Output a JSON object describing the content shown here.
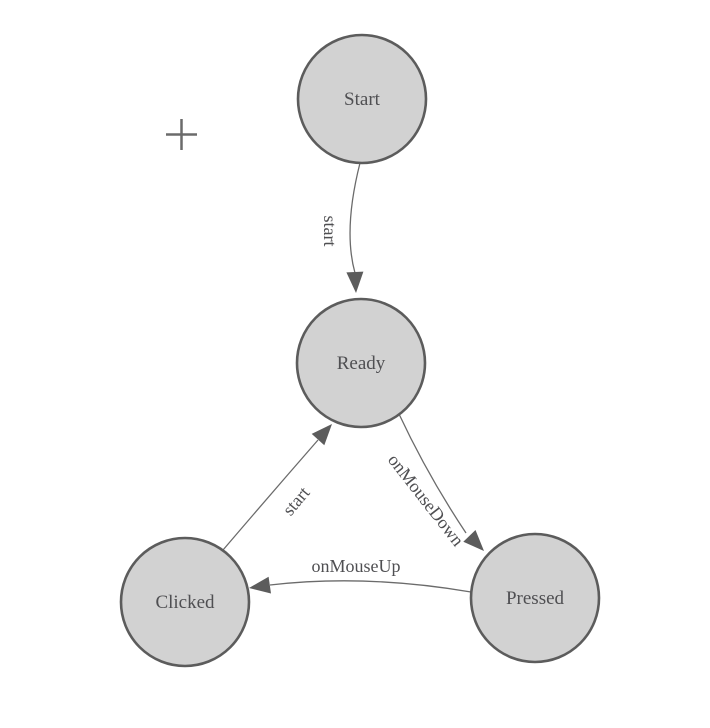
{
  "diagram": {
    "type": "state-machine",
    "background": "#ffffff",
    "colors": {
      "node_fill": "#d2d2d2",
      "node_border": "#5c5c5c",
      "edge_stroke": "#6b6b6b",
      "arrow_fill": "#5c5c5c",
      "label_text": "#4f4f52",
      "crosshair": "#6b6b6b"
    },
    "nodes": [
      {
        "id": "start",
        "label": "Start"
      },
      {
        "id": "ready",
        "label": "Ready"
      },
      {
        "id": "clicked",
        "label": "Clicked"
      },
      {
        "id": "pressed",
        "label": "Pressed"
      }
    ],
    "edges": [
      {
        "from": "Start",
        "to": "Ready",
        "label": "start"
      },
      {
        "from": "Clicked",
        "to": "Ready",
        "label": "start"
      },
      {
        "from": "Ready",
        "to": "Pressed",
        "label": "onMouseDown"
      },
      {
        "from": "Pressed",
        "to": "Clicked",
        "label": "onMouseUp"
      }
    ],
    "cursor": {
      "kind": "crosshair"
    }
  }
}
